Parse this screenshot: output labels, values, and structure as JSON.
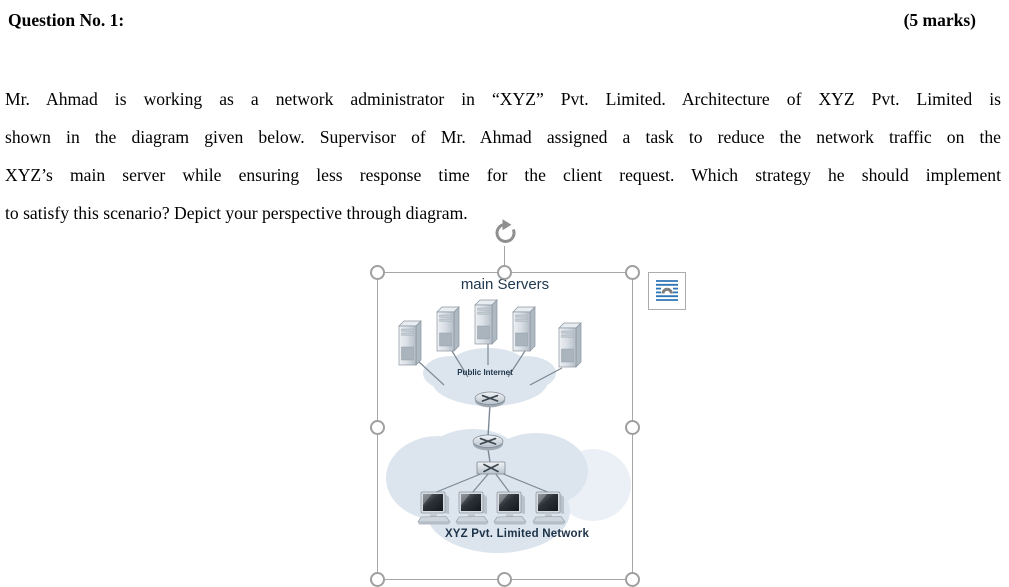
{
  "header": {
    "title": "Question No. 1:",
    "marks": "(5 marks)"
  },
  "paragraph": {
    "lines": [
      "Mr. Ahmad is working as a network administrator in “XYZ” Pvt. Limited. Architecture of XYZ Pvt. Limited is",
      "shown in the diagram given below. Supervisor of Mr. Ahmad assigned a task to reduce the network traffic on the",
      "XYZ’s main server while ensuring less response time for the client request. Which strategy he should implement",
      "to satisfy this scenario? Depict your perspective through diagram."
    ]
  },
  "figure": {
    "top_label": "main Servers",
    "cloud_label": "Public Internet",
    "bottom_label": "XYZ Pvt. Limited Network",
    "server_count": 5,
    "client_pc_count": 4,
    "router_count": 2,
    "switch_count": 1
  },
  "colors": {
    "cloud_fill": "#dce5ee",
    "cloud_fill_light": "#eaf0f6",
    "diagram_label": "#20384e",
    "selection_chrome": "#a6a6a6",
    "layout_icon_blue": "#2e75b6"
  }
}
